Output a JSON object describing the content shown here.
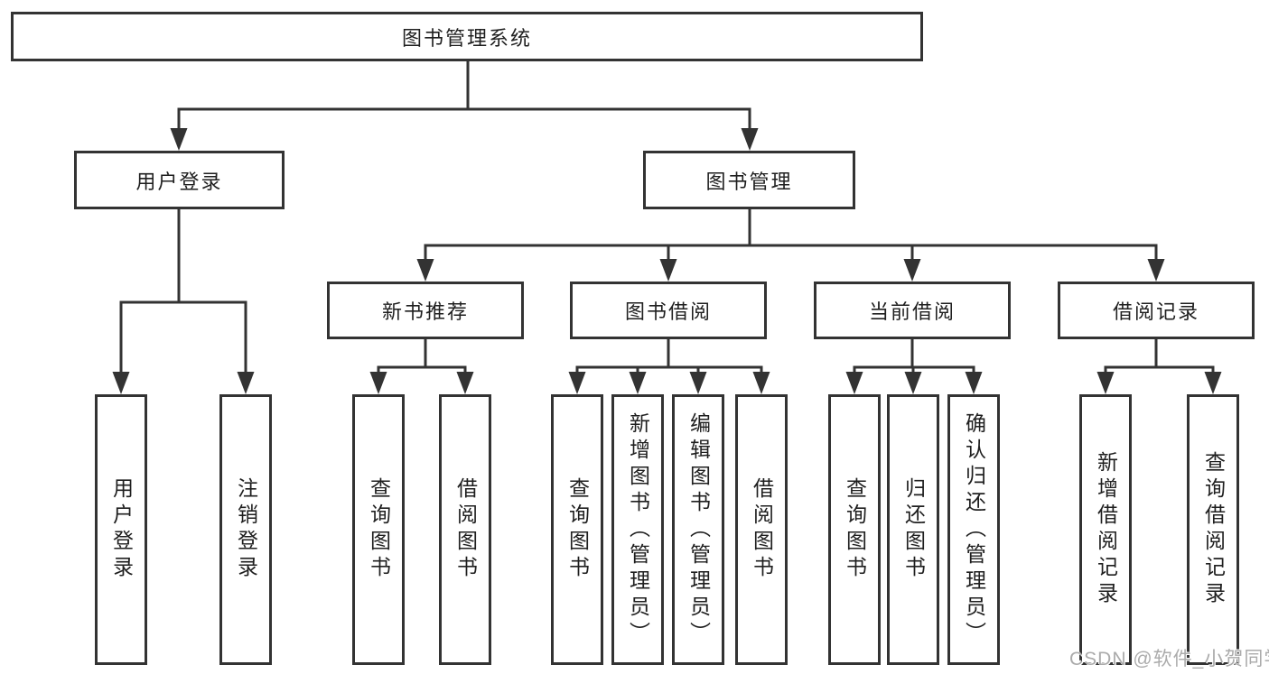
{
  "colors": {
    "line": "#333333",
    "box_border": "#333333",
    "box_bg": "#ffffff",
    "text": "#1f1f1f",
    "watermark": "#ababab"
  },
  "diagram": {
    "title": "图书管理系统",
    "level1": [
      {
        "label": "用户登录"
      },
      {
        "label": "图书管理"
      }
    ],
    "level2": [
      {
        "label": "新书推荐"
      },
      {
        "label": "图书借阅"
      },
      {
        "label": "当前借阅"
      },
      {
        "label": "借阅记录"
      }
    ],
    "leaves": [
      {
        "label": "用户登录"
      },
      {
        "label": "注销登录"
      },
      {
        "label": "查询图书"
      },
      {
        "label": "借阅图书"
      },
      {
        "label": "查询图书"
      },
      {
        "label": "新增图书（管理员）"
      },
      {
        "label": "编辑图书（管理员）"
      },
      {
        "label": "借阅图书"
      },
      {
        "label": "查询图书"
      },
      {
        "label": "归还图书"
      },
      {
        "label": "确认归还（管理员）"
      },
      {
        "label": "新增借阅记录"
      },
      {
        "label": "查询借阅记录"
      }
    ]
  },
  "watermark": {
    "text": "CSDN @软件_小贺同学"
  }
}
